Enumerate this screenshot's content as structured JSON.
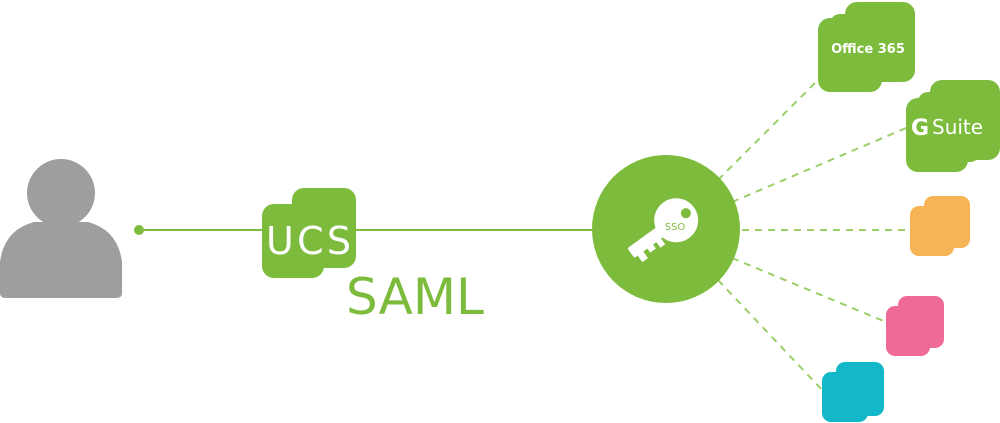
{
  "colors": {
    "green": "#7dbb3c",
    "gray": "#9e9e9e",
    "orange": "#f6b455",
    "pink": "#ef6a98",
    "cyan": "#12b8c9"
  },
  "icons": {
    "user": "user-silhouette-icon",
    "key": "key-icon"
  },
  "ucs": {
    "label": "UCS",
    "protocol": "SAML"
  },
  "sso": {
    "label": "SSO"
  },
  "services": {
    "office365": "Office 365",
    "gsuite_g": "G",
    "gsuite_suite": "Suite"
  }
}
